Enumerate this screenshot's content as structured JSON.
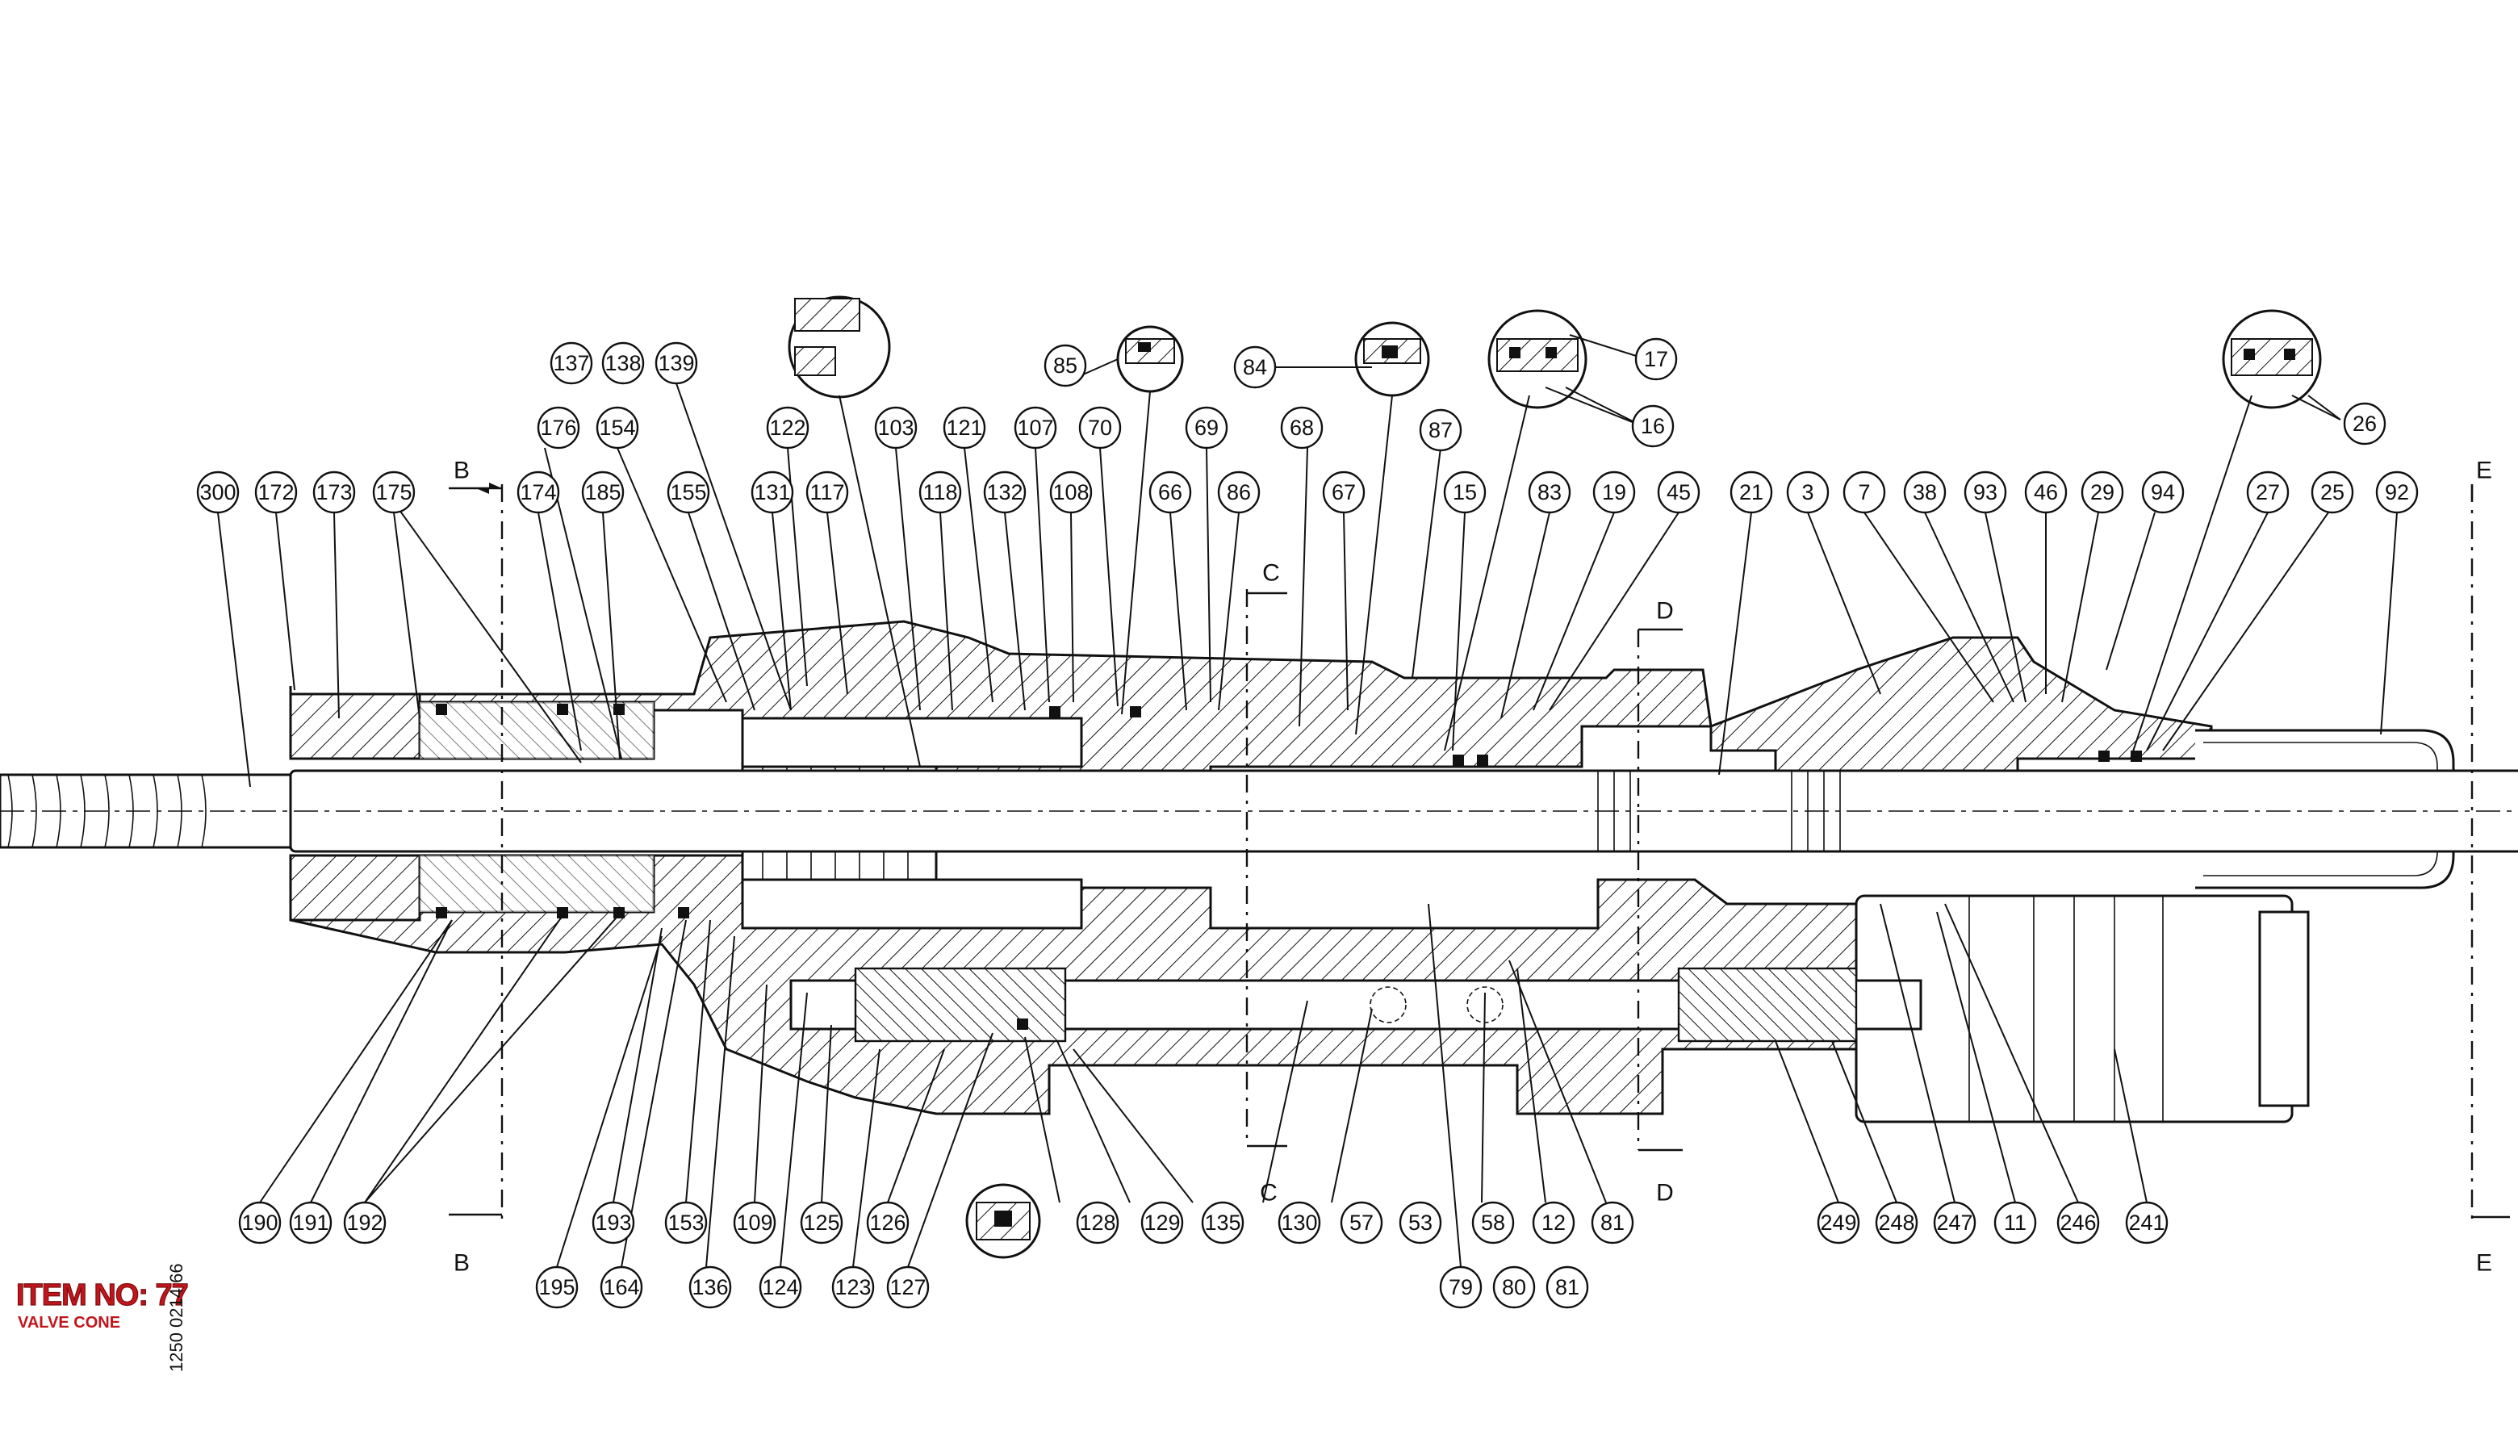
{
  "item": {
    "number_label": "ITEM NO: 77",
    "description": "VALVE CONE"
  },
  "document_number": "1250 0214 66",
  "section_markers": [
    "B",
    "C",
    "D",
    "E"
  ],
  "callouts_top": [
    "300",
    "172",
    "173",
    "175",
    "174",
    "185",
    "176",
    "154",
    "137",
    "138",
    "139",
    "155",
    "131",
    "122",
    "117",
    "103",
    "118",
    "121",
    "132",
    "107",
    "108",
    "70",
    "85",
    "66",
    "69",
    "86",
    "84",
    "68",
    "67",
    "87",
    "15",
    "17",
    "16",
    "83",
    "19",
    "45",
    "21",
    "3",
    "7",
    "38",
    "93",
    "46",
    "29",
    "94",
    "26",
    "27",
    "25",
    "92"
  ],
  "callouts_bottom": [
    "190",
    "191",
    "192",
    "195",
    "164",
    "193",
    "153",
    "136",
    "109",
    "124",
    "125",
    "123",
    "126",
    "127",
    "128",
    "129",
    "135",
    "130",
    "57",
    "53",
    "79",
    "80",
    "81",
    "58",
    "12",
    "81",
    "249",
    "248",
    "247",
    "11",
    "246",
    "241"
  ]
}
